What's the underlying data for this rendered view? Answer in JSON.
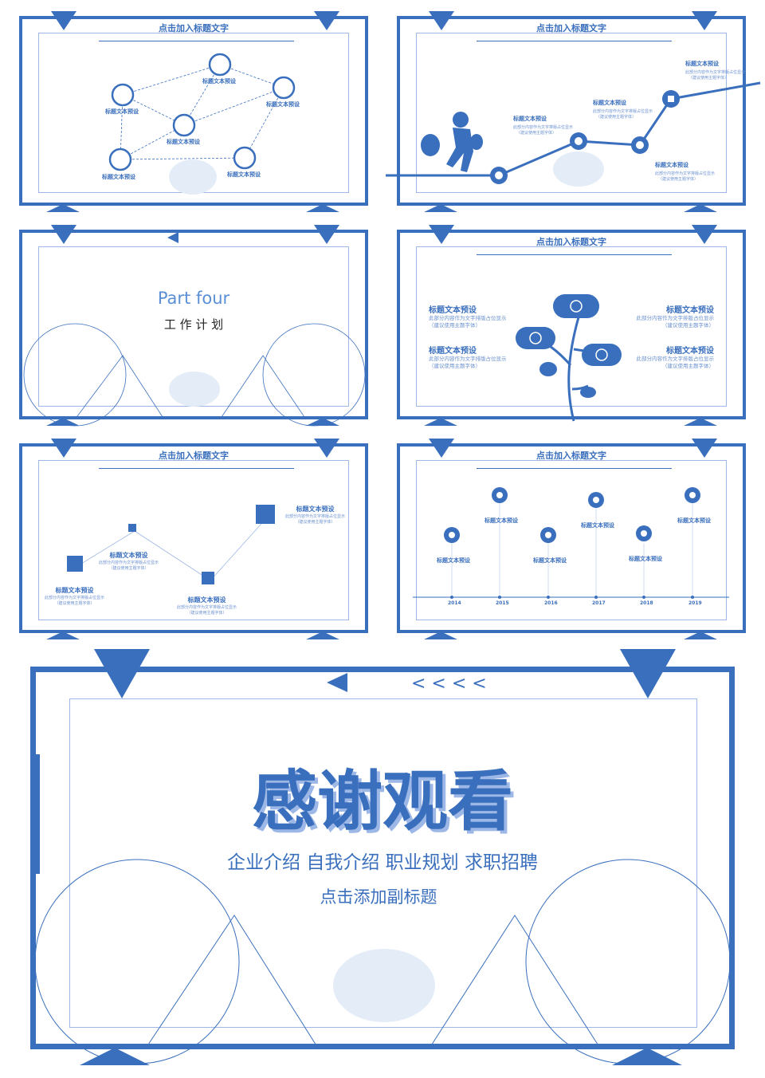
{
  "slide_title": "点击加入标题文字",
  "item_title": "标题文本预设",
  "item_desc": "此部分内容作为文字排版占位显示",
  "item_note": "（建议使用主题字体）",
  "part": {
    "label": "Part four",
    "subtitle": "工 作 计 划"
  },
  "timeline_years": [
    "2014",
    "2015",
    "2016",
    "2017",
    "2018",
    "2019"
  ],
  "closing": {
    "title": "感谢观看",
    "tags": "企业介绍 自我介绍 职业规划 求职招聘",
    "subtitle": "点击添加副标题"
  },
  "colors": {
    "primary": "#3a6fbd",
    "light": "#9db7e6"
  }
}
